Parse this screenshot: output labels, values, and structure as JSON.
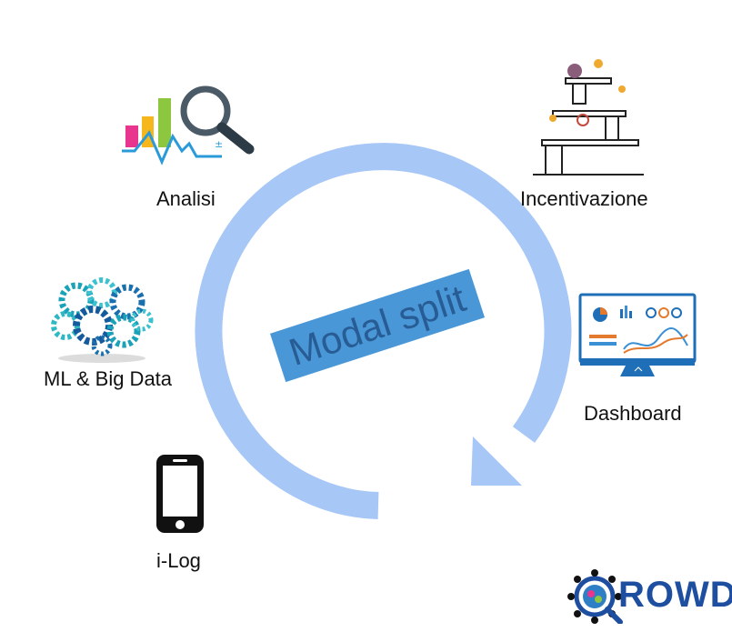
{
  "diagram": {
    "center_label": "Modal split",
    "nodes": [
      {
        "id": "analisi",
        "label": "Analisi",
        "icon": "analytics-magnifier-icon"
      },
      {
        "id": "incentivazione",
        "label": "Incentivazione",
        "icon": "podium-stairs-icon"
      },
      {
        "id": "ml_big_data",
        "label": "ML & Big Data",
        "icon": "gear-brain-icon"
      },
      {
        "id": "dashboard",
        "label": "Dashboard",
        "icon": "monitor-dashboard-icon"
      },
      {
        "id": "i_log",
        "label": "i-Log",
        "icon": "smartphone-icon"
      }
    ],
    "cycle_arrow": {
      "color": "#a7c7f7",
      "direction": "clockwise"
    }
  },
  "logo": {
    "text": "ROWD",
    "icon": "qrowd-gear-logo-icon",
    "color": "#1d4ea0"
  },
  "colors": {
    "label_box": "#3b8fd4",
    "label_text": "#164f8c",
    "arrow": "#a7c7f7",
    "monitor_frame": "#1f6fb8"
  }
}
